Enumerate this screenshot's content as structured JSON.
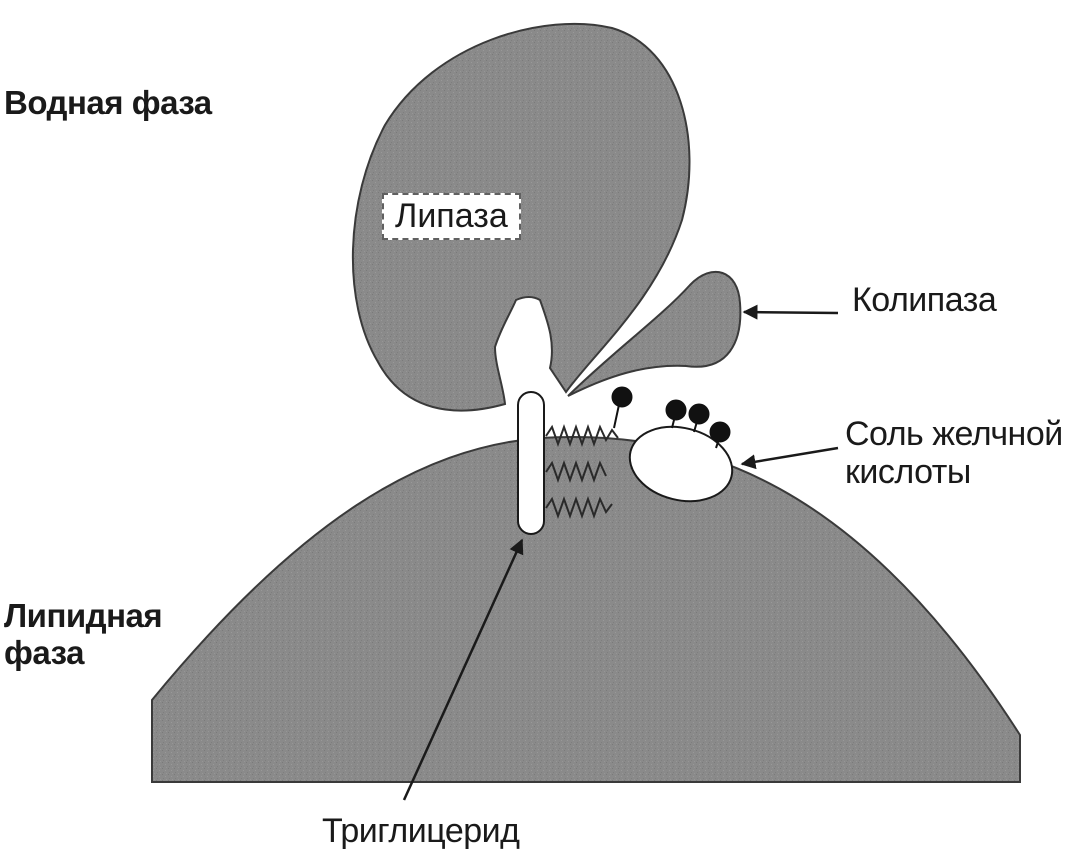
{
  "labels": {
    "aqueous_phase": "Водная фаза",
    "lipid_phase_line1": "Липидная",
    "lipid_phase_line2": "фаза",
    "lipase": "Липаза",
    "colipase": "Колипаза",
    "bile_salt_line1": "Соль желчной",
    "bile_salt_line2": "кислоты",
    "triglyceride": "Триглицерид"
  },
  "colors": {
    "fill": "#8a8a8a",
    "outline": "#3a3a3a",
    "text": "#1a1a1a",
    "background": "#ffffff"
  }
}
